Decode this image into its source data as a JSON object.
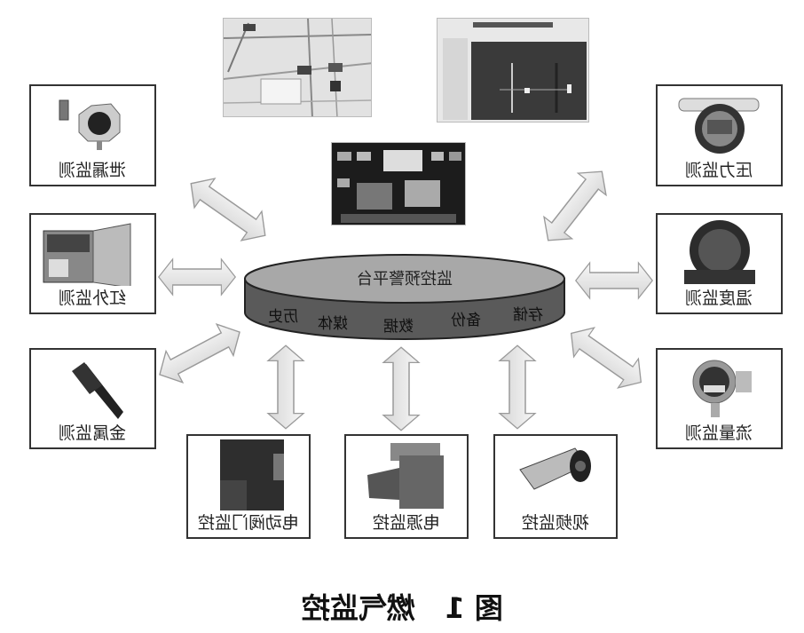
{
  "platform": {
    "title": "监控预警平台",
    "functions": [
      "存储",
      "备份",
      "数据",
      "媒体",
      "历史"
    ]
  },
  "devices": {
    "leak": "泄漏监测",
    "infrared": "红外监测",
    "metal": "金属监测",
    "pressure": "压力监测",
    "temperature": "温度监测",
    "flow": "流量监测",
    "valve": "电动阀门监控",
    "power": "电源监控",
    "video": "视频监控"
  },
  "caption": {
    "figure": "图 1",
    "title": "燃气监控"
  },
  "colors": {
    "cylinder_side": "#5a5a5a",
    "cylinder_top": "#a8a8a8",
    "arrow_fill": "#e6e6e6",
    "arrow_stroke": "#9a9a9a"
  }
}
